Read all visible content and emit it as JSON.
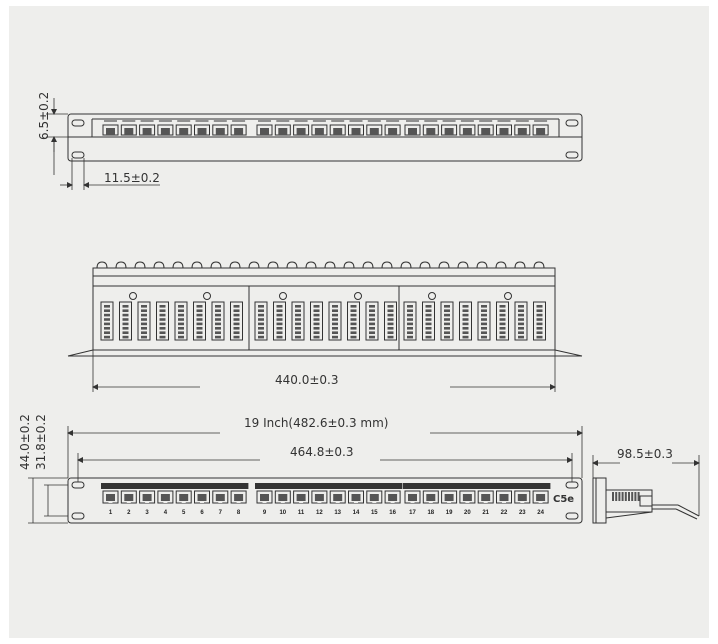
{
  "drawing": {
    "colors": {
      "background": "#eeeeec",
      "line": "#333333",
      "port_fill": "#555555",
      "label_strip": "#333333"
    },
    "top_view": {
      "dim_height": "6.5±0.2",
      "dim_offset": "11.5±0.2"
    },
    "rear_view": {
      "dim_width": "440.0±0.3"
    },
    "front_view": {
      "dim_height_total": "44.0±0.2",
      "dim_height_panel": "31.8±0.2",
      "dim_width_total": "19  Inch(482.6±0.3  mm)",
      "dim_width_holes": "464.8±0.3",
      "category_label": "C5e",
      "port_numbers": [
        "1",
        "2",
        "3",
        "4",
        "5",
        "6",
        "7",
        "8",
        "9",
        "10",
        "11",
        "12",
        "13",
        "14",
        "15",
        "16",
        "17",
        "18",
        "19",
        "20",
        "21",
        "22",
        "23",
        "24"
      ]
    },
    "side_view": {
      "dim_depth": "98.5±0.3"
    }
  }
}
